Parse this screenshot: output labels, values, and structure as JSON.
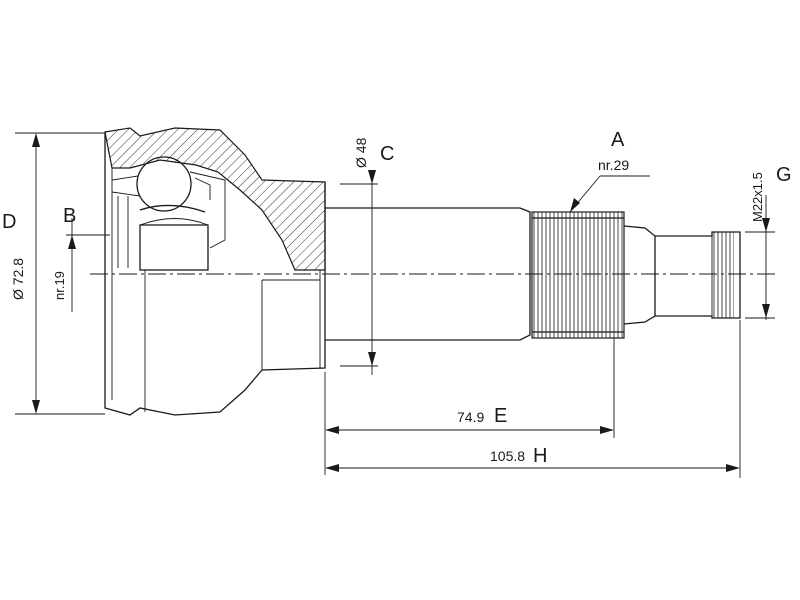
{
  "labels": {
    "A": "A",
    "B": "B",
    "C": "C",
    "D": "D",
    "E": "E",
    "G": "G",
    "H": "H"
  },
  "dimensions": {
    "spline_count": "nr.29",
    "ball_count": "nr.19",
    "shaft_diameter": "Ø 48",
    "outer_diameter": "Ø 72.8",
    "thread": "M22x1.5",
    "length_E": "74.9",
    "length_H": "105.8"
  }
}
